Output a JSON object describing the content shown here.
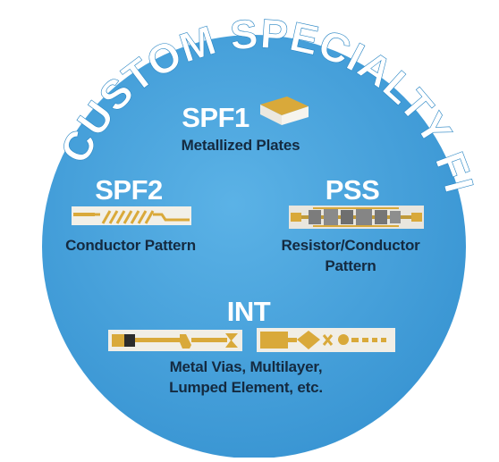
{
  "title": "CUSTOM SPECIALTY FILMS",
  "colors": {
    "circle": "#47a3da",
    "circle_edge": "#2a86c4",
    "text_light": "#ffffff",
    "text_dark": "#142a40",
    "gold": "#d9a93a",
    "ceramic": "#f2f0ea"
  },
  "products": {
    "spf1": {
      "code": "SPF1",
      "description": "Metallized Plates"
    },
    "spf2": {
      "code": "SPF2",
      "description": "Conductor Pattern"
    },
    "pss": {
      "code": "PSS",
      "description_line1": "Resistor/Conductor",
      "description_line2": "Pattern"
    },
    "int": {
      "code": "INT",
      "description_line1": "Metal Vias, Multilayer,",
      "description_line2": "Lumped Element, etc."
    }
  }
}
